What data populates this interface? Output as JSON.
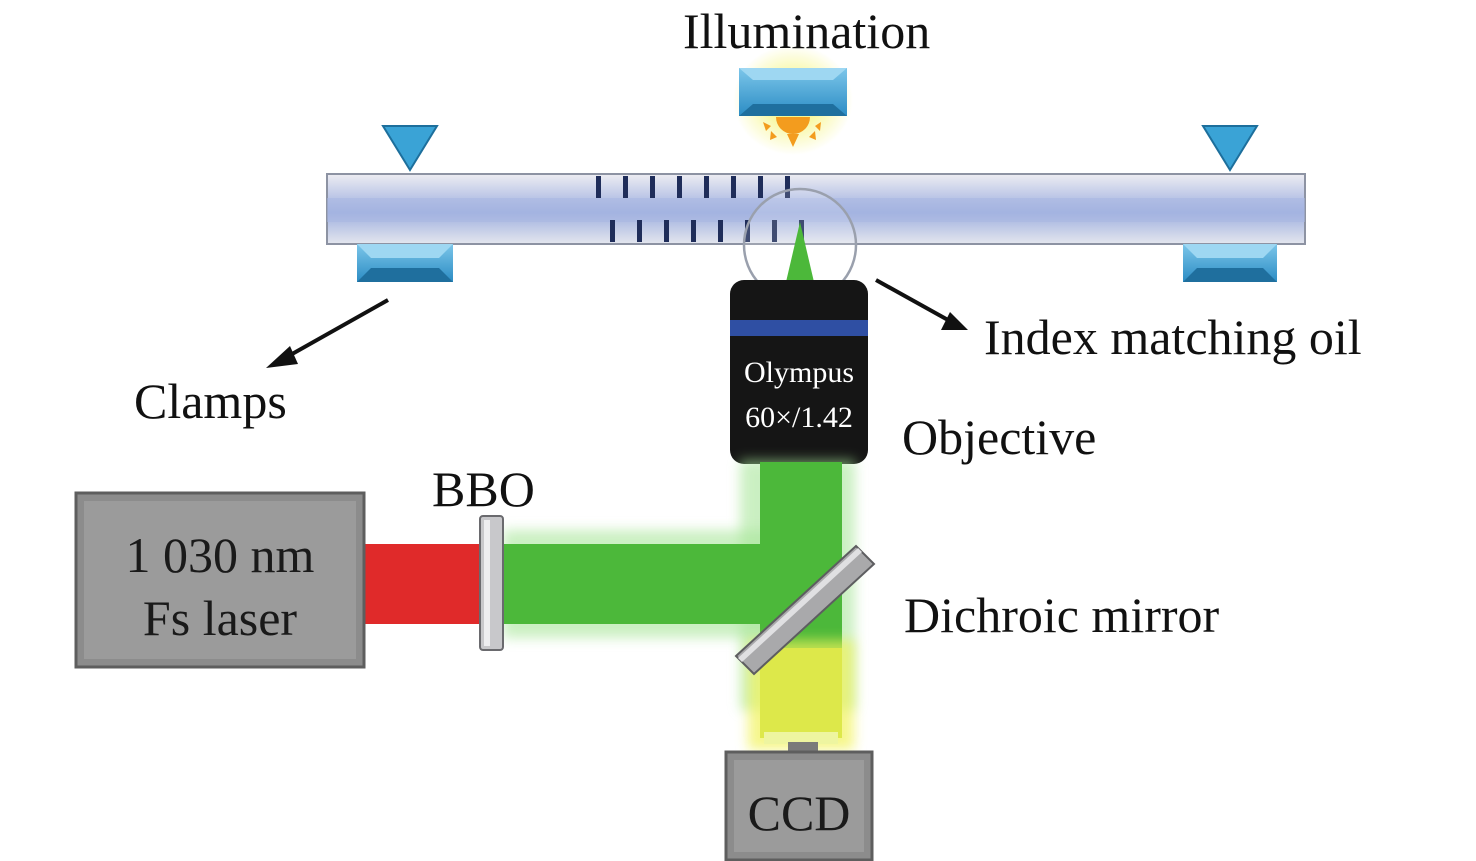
{
  "labels": {
    "illumination": "Illumination",
    "index_matching_oil": "Index matching oil",
    "clamps": "Clamps",
    "objective": "Objective",
    "bbo": "BBO",
    "dichroic_mirror": "Dichroic mirror"
  },
  "laser": {
    "line1": "1 030 nm",
    "line2": "Fs laser"
  },
  "objective_lens": {
    "line1": "Olympus",
    "line2": "60×/1.42"
  },
  "camera": {
    "label": "CCD"
  },
  "colors": {
    "ir_beam": "#e02a2a",
    "green_beam": "#4cb83a",
    "yellow_beam": "#dde84a",
    "fiber": "#c9d1e8",
    "clamp": "#3aa3d6",
    "objective_body": "#1a1a1a",
    "objective_band": "#2f4fa3",
    "device_gray": "#8c8c8c"
  }
}
